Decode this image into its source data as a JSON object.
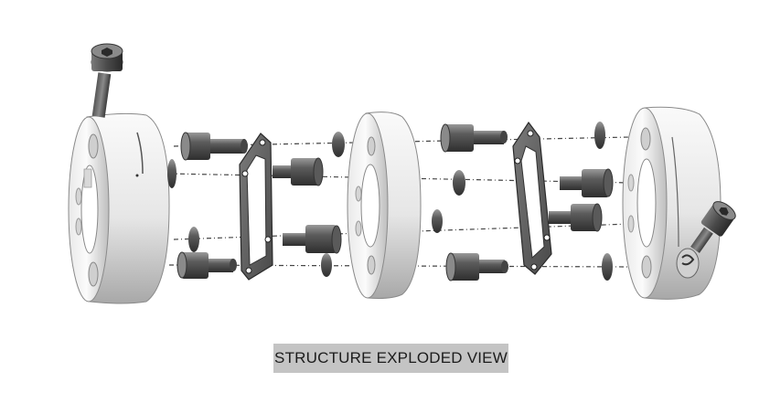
{
  "caption": "STRUCTURE EXPLODED VIEW",
  "colors": {
    "metal_light": "#f1f1f1",
    "metal_mid": "#d6d6d6",
    "metal_shadow": "#9a9a9a",
    "screw_dark": "#3a3a3a",
    "screw_mid": "#6e6e6e",
    "line": "#444444",
    "caption_bg": "#c4c4c4"
  },
  "parts": [
    "clamp-hub-left",
    "diaphragm-plate-left",
    "center-spacer",
    "diaphragm-plate-right",
    "clamp-hub-right",
    "socket-head-screws",
    "flat-washers"
  ]
}
